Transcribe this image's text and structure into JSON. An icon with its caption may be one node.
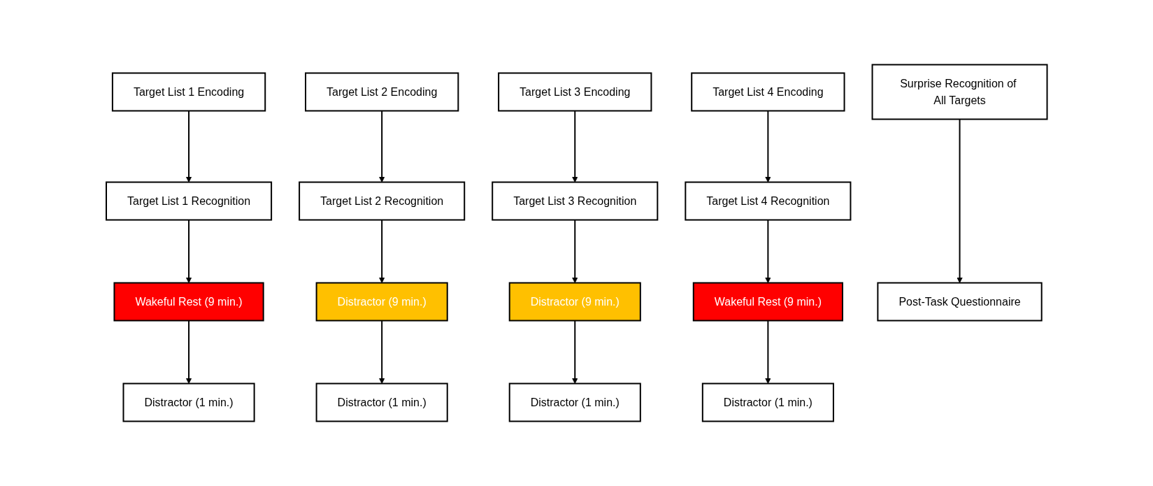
{
  "diagram": {
    "nodes": [
      {
        "text": [
          "Target List 1 Encoding"
        ]
      },
      {
        "text": [
          "Target List 2 Encoding"
        ]
      },
      {
        "text": [
          "Target List 3 Encoding"
        ]
      },
      {
        "text": [
          "Target List 4 Encoding"
        ]
      },
      {
        "text": [
          "Surprise Recognition of All Targets"
        ]
      },
      {
        "text": [
          "Target List 1 Recognition"
        ]
      },
      {
        "text": [
          "Target List 2 Recognition"
        ]
      },
      {
        "text": [
          "Target List 3 Recognition"
        ]
      },
      {
        "text": [
          "Target List 4 Recognition"
        ]
      },
      {
        "text": [
          "Wakeful Rest (9 min.)"
        ]
      },
      {
        "text": [
          "Distractor (9 min.)"
        ]
      },
      {
        "text": [
          "Distractor (9 min.)"
        ]
      },
      {
        "text": [
          "Wakeful Rest (9 min.)"
        ]
      },
      {
        "text": [
          "Distractor (1 min.)"
        ]
      },
      {
        "text": [
          "Distractor (1 min.)"
        ]
      },
      {
        "text": [
          "Distractor (1 min.)"
        ]
      },
      {
        "text": [
          "Distractor (1 min.)"
        ]
      },
      {
        "text": [
          "Post-Task Questionnaire"
        ]
      }
    ],
    "edges": [
      {
        "from": 0,
        "to": 5,
        "arrow": "to"
      },
      {
        "from": 5,
        "to": 9,
        "arrow": "to"
      },
      {
        "from": 9,
        "to": 13,
        "arrow": "to"
      },
      {
        "from": 1,
        "to": 6,
        "arrow": "to"
      },
      {
        "from": 6,
        "to": 10,
        "arrow": "to"
      },
      {
        "from": 10,
        "to": 14,
        "arrow": "to"
      },
      {
        "from": 2,
        "to": 7,
        "arrow": "to"
      },
      {
        "from": 7,
        "to": 11,
        "arrow": "to"
      },
      {
        "from": 11,
        "to": 15,
        "arrow": "to"
      },
      {
        "from": 3,
        "to": 8,
        "arrow": "to"
      },
      {
        "from": 8,
        "to": 12,
        "arrow": "to"
      },
      {
        "from": 12,
        "to": 16,
        "arrow": "to"
      },
      {
        "from": 4,
        "to": 17,
        "arrow": "to"
      }
    ]
  }
}
